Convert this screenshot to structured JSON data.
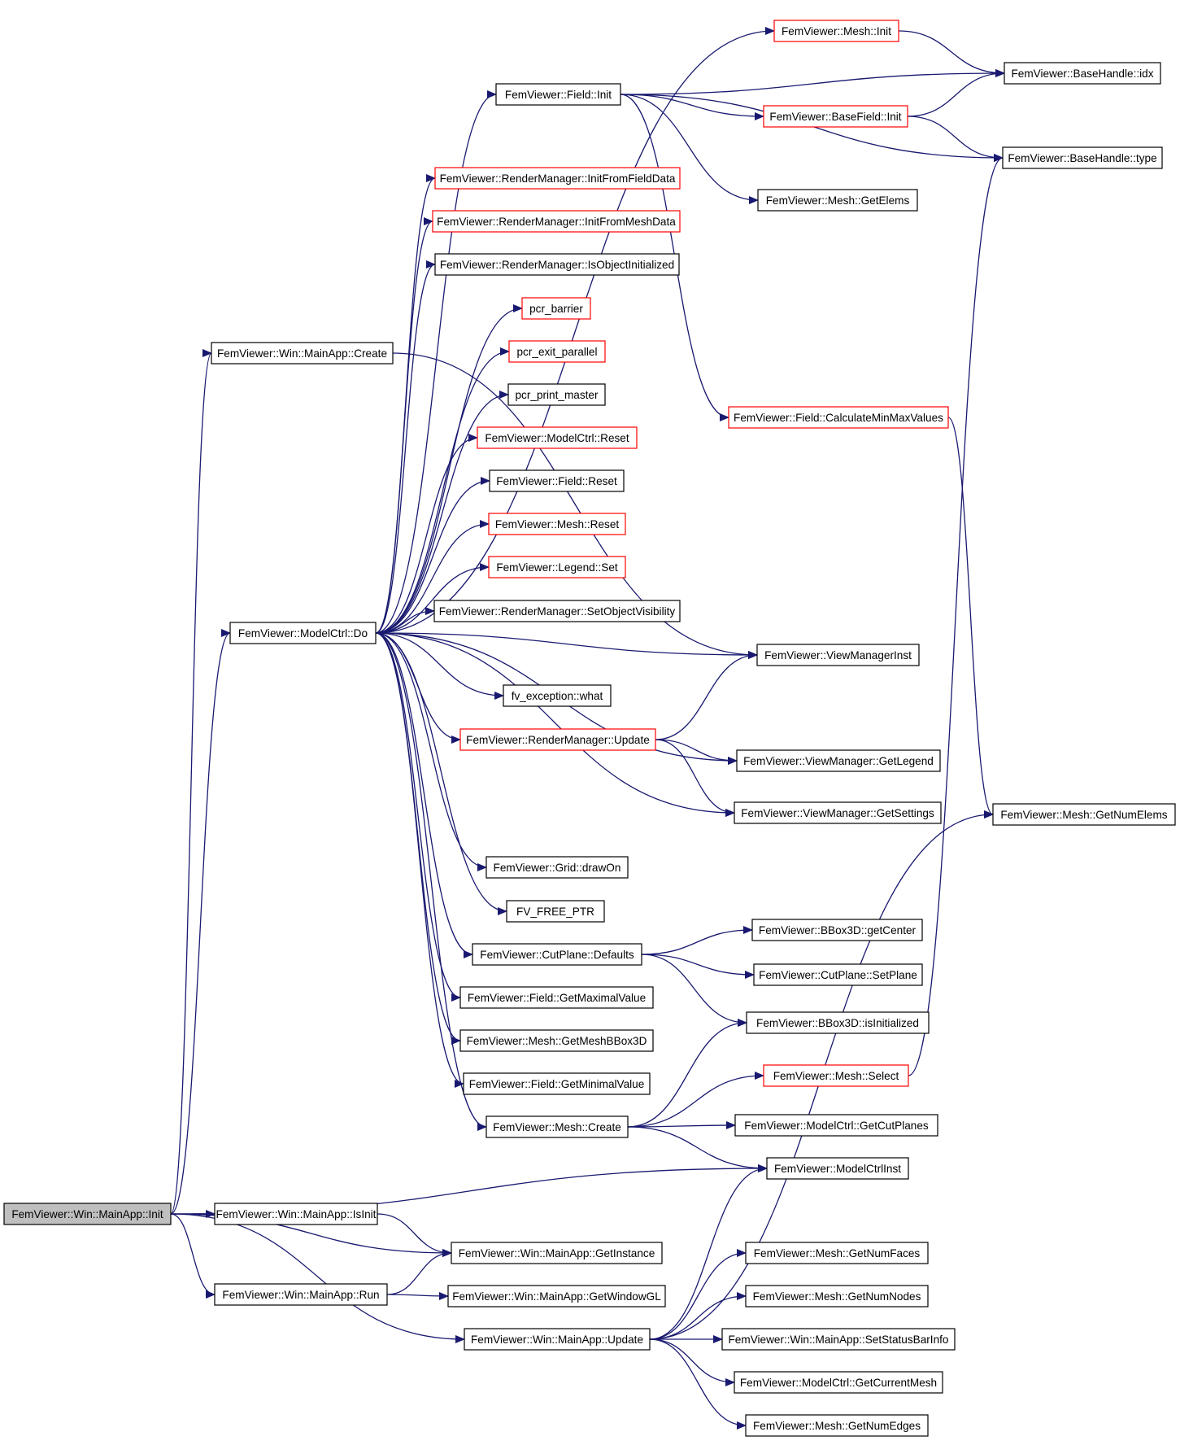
{
  "colors": {
    "edge": "#191970",
    "border_normal": "#000000",
    "border_truncated": "#ff0000",
    "root_fill": "#bfbfbf",
    "node_fill": "#ffffff"
  },
  "nodes": [
    {
      "id": "init",
      "label": "FemViewer::Win::MainApp::Init",
      "style": "root"
    },
    {
      "id": "create",
      "label": "FemViewer::Win::MainApp::Create",
      "style": "normal"
    },
    {
      "id": "modelctrl_do",
      "label": "FemViewer::ModelCtrl::Do",
      "style": "normal"
    },
    {
      "id": "isinit",
      "label": "FemViewer::Win::MainApp::IsInit",
      "style": "normal"
    },
    {
      "id": "run",
      "label": "FemViewer::Win::MainApp::Run",
      "style": "normal"
    },
    {
      "id": "field_init",
      "label": "FemViewer::Field::Init",
      "style": "normal"
    },
    {
      "id": "rm_initfield",
      "label": "FemViewer::RenderManager::InitFromFieldData",
      "style": "truncated"
    },
    {
      "id": "rm_initmesh",
      "label": "FemViewer::RenderManager::InitFromMeshData",
      "style": "truncated"
    },
    {
      "id": "rm_isobj",
      "label": "FemViewer::RenderManager::IsObjectInitialized",
      "style": "normal"
    },
    {
      "id": "pcr_barrier",
      "label": "pcr_barrier",
      "style": "truncated"
    },
    {
      "id": "pcr_exit",
      "label": "pcr_exit_parallel",
      "style": "truncated"
    },
    {
      "id": "pcr_print",
      "label": "pcr_print_master",
      "style": "normal"
    },
    {
      "id": "mc_reset",
      "label": "FemViewer::ModelCtrl::Reset",
      "style": "truncated"
    },
    {
      "id": "field_reset",
      "label": "FemViewer::Field::Reset",
      "style": "normal"
    },
    {
      "id": "mesh_reset",
      "label": "FemViewer::Mesh::Reset",
      "style": "truncated"
    },
    {
      "id": "legend_set",
      "label": "FemViewer::Legend::Set",
      "style": "truncated"
    },
    {
      "id": "rm_setvis",
      "label": "FemViewer::RenderManager::SetObjectVisibility",
      "style": "normal"
    },
    {
      "id": "fv_what",
      "label": "fv_exception::what",
      "style": "normal"
    },
    {
      "id": "rm_update",
      "label": "FemViewer::RenderManager::Update",
      "style": "truncated"
    },
    {
      "id": "grid_draw",
      "label": "FemViewer::Grid::drawOn",
      "style": "normal"
    },
    {
      "id": "fv_free",
      "label": "FV_FREE_PTR",
      "style": "normal"
    },
    {
      "id": "cp_defaults",
      "label": "FemViewer::CutPlane::Defaults",
      "style": "normal"
    },
    {
      "id": "field_getmax",
      "label": "FemViewer::Field::GetMaximalValue",
      "style": "normal"
    },
    {
      "id": "mesh_getbbox",
      "label": "FemViewer::Mesh::GetMeshBBox3D",
      "style": "normal"
    },
    {
      "id": "field_getmin",
      "label": "FemViewer::Field::GetMinimalValue",
      "style": "normal"
    },
    {
      "id": "mesh_create",
      "label": "FemViewer::Mesh::Create",
      "style": "normal"
    },
    {
      "id": "getinstance",
      "label": "FemViewer::Win::MainApp::GetInstance",
      "style": "normal"
    },
    {
      "id": "getwindowgl",
      "label": "FemViewer::Win::MainApp::GetWindowGL",
      "style": "normal"
    },
    {
      "id": "app_update",
      "label": "FemViewer::Win::MainApp::Update",
      "style": "normal"
    },
    {
      "id": "mesh_init",
      "label": "FemViewer::Mesh::Init",
      "style": "truncated"
    },
    {
      "id": "basefield_init",
      "label": "FemViewer::BaseField::Init",
      "style": "truncated"
    },
    {
      "id": "mesh_getelems",
      "label": "FemViewer::Mesh::GetElems",
      "style": "normal"
    },
    {
      "id": "field_calcminmax",
      "label": "FemViewer::Field::CalculateMinMaxValues",
      "style": "truncated"
    },
    {
      "id": "vm_inst",
      "label": "FemViewer::ViewManagerInst",
      "style": "normal"
    },
    {
      "id": "vm_getlegend",
      "label": "FemViewer::ViewManager::GetLegend",
      "style": "normal"
    },
    {
      "id": "vm_getsettings",
      "label": "FemViewer::ViewManager::GetSettings",
      "style": "normal"
    },
    {
      "id": "bbox_getcenter",
      "label": "FemViewer::BBox3D::getCenter",
      "style": "normal"
    },
    {
      "id": "cp_setplane",
      "label": "FemViewer::CutPlane::SetPlane",
      "style": "normal"
    },
    {
      "id": "bbox_isinit",
      "label": "FemViewer::BBox3D::isInitialized",
      "style": "normal"
    },
    {
      "id": "mesh_select",
      "label": "FemViewer::Mesh::Select",
      "style": "truncated"
    },
    {
      "id": "mc_getcutplanes",
      "label": "FemViewer::ModelCtrl::GetCutPlanes",
      "style": "normal"
    },
    {
      "id": "mc_inst",
      "label": "FemViewer::ModelCtrlInst",
      "style": "normal"
    },
    {
      "id": "mesh_getnumfaces",
      "label": "FemViewer::Mesh::GetNumFaces",
      "style": "normal"
    },
    {
      "id": "mesh_getnumnodes",
      "label": "FemViewer::Mesh::GetNumNodes",
      "style": "normal"
    },
    {
      "id": "setstatusbar",
      "label": "FemViewer::Win::MainApp::SetStatusBarInfo",
      "style": "normal"
    },
    {
      "id": "mc_getcurrentmesh",
      "label": "FemViewer::ModelCtrl::GetCurrentMesh",
      "style": "normal"
    },
    {
      "id": "mesh_getnumedges",
      "label": "FemViewer::Mesh::GetNumEdges",
      "style": "normal"
    },
    {
      "id": "bh_idx",
      "label": "FemViewer::BaseHandle::idx",
      "style": "normal"
    },
    {
      "id": "bh_type",
      "label": "FemViewer::BaseHandle::type",
      "style": "normal"
    },
    {
      "id": "mesh_getnumelems",
      "label": "FemViewer::Mesh::GetNumElems",
      "style": "normal"
    }
  ],
  "edges": [
    [
      "init",
      "create"
    ],
    [
      "init",
      "modelctrl_do"
    ],
    [
      "init",
      "mc_inst"
    ],
    [
      "init",
      "isinit"
    ],
    [
      "init",
      "getinstance"
    ],
    [
      "init",
      "run"
    ],
    [
      "init",
      "app_update"
    ],
    [
      "create",
      "vm_inst"
    ],
    [
      "modelctrl_do",
      "field_init"
    ],
    [
      "modelctrl_do",
      "mesh_init"
    ],
    [
      "modelctrl_do",
      "rm_initfield"
    ],
    [
      "modelctrl_do",
      "rm_initmesh"
    ],
    [
      "modelctrl_do",
      "rm_isobj"
    ],
    [
      "modelctrl_do",
      "pcr_barrier"
    ],
    [
      "modelctrl_do",
      "pcr_exit"
    ],
    [
      "modelctrl_do",
      "pcr_print"
    ],
    [
      "modelctrl_do",
      "mc_reset"
    ],
    [
      "modelctrl_do",
      "field_reset"
    ],
    [
      "modelctrl_do",
      "mesh_reset"
    ],
    [
      "modelctrl_do",
      "legend_set"
    ],
    [
      "modelctrl_do",
      "rm_setvis"
    ],
    [
      "modelctrl_do",
      "vm_inst"
    ],
    [
      "modelctrl_do",
      "fv_what"
    ],
    [
      "modelctrl_do",
      "rm_update"
    ],
    [
      "modelctrl_do",
      "vm_getlegend"
    ],
    [
      "modelctrl_do",
      "vm_getsettings"
    ],
    [
      "modelctrl_do",
      "grid_draw"
    ],
    [
      "modelctrl_do",
      "fv_free"
    ],
    [
      "modelctrl_do",
      "cp_defaults"
    ],
    [
      "modelctrl_do",
      "field_getmax"
    ],
    [
      "modelctrl_do",
      "mesh_getbbox"
    ],
    [
      "modelctrl_do",
      "field_getmin"
    ],
    [
      "modelctrl_do",
      "mesh_create"
    ],
    [
      "field_init",
      "bh_idx"
    ],
    [
      "field_init",
      "basefield_init"
    ],
    [
      "field_init",
      "bh_type"
    ],
    [
      "field_init",
      "mesh_getelems"
    ],
    [
      "field_init",
      "field_calcminmax"
    ],
    [
      "mesh_init",
      "bh_idx"
    ],
    [
      "basefield_init",
      "bh_idx"
    ],
    [
      "basefield_init",
      "bh_type"
    ],
    [
      "field_calcminmax",
      "mesh_getnumelems"
    ],
    [
      "rm_update",
      "vm_inst"
    ],
    [
      "rm_update",
      "vm_getlegend"
    ],
    [
      "rm_update",
      "vm_getsettings"
    ],
    [
      "cp_defaults",
      "bbox_getcenter"
    ],
    [
      "cp_defaults",
      "cp_setplane"
    ],
    [
      "cp_defaults",
      "bbox_isinit"
    ],
    [
      "mesh_create",
      "bbox_isinit"
    ],
    [
      "mesh_create",
      "mesh_select"
    ],
    [
      "mesh_create",
      "mc_getcutplanes"
    ],
    [
      "mesh_create",
      "mc_inst"
    ],
    [
      "mesh_select",
      "bh_type"
    ],
    [
      "isinit",
      "getinstance"
    ],
    [
      "run",
      "getinstance"
    ],
    [
      "run",
      "getwindowgl"
    ],
    [
      "app_update",
      "mc_inst"
    ],
    [
      "app_update",
      "mesh_getnumelems"
    ],
    [
      "app_update",
      "mesh_getnumfaces"
    ],
    [
      "app_update",
      "mesh_getnumnodes"
    ],
    [
      "app_update",
      "setstatusbar"
    ],
    [
      "app_update",
      "mc_getcurrentmesh"
    ],
    [
      "app_update",
      "mesh_getnumedges"
    ]
  ]
}
